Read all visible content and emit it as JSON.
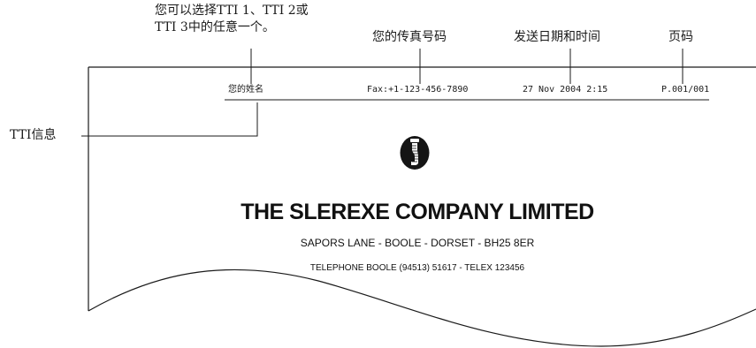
{
  "callouts": {
    "tti_choice": "您可以选择TTI 1、TTI 2或\nTTI 3中的任意一个。",
    "fax_number": "您的传真号码",
    "send_datetime": "发送日期和时间",
    "page_number": "页码",
    "tti_info": "TTI信息"
  },
  "fax_header": {
    "sender_name": "您的姓名",
    "fax_number": "Fax:+1-123-456-7890",
    "datetime": "27 Nov 2004 2:15",
    "page": "P.001/001"
  },
  "letterhead": {
    "company_name": "THE SLEREXE COMPANY LIMITED",
    "address": "SAPORS LANE - BOOLE - DORSET - BH25 8ER",
    "telephone": "TELEPHONE BOOLE (94513) 51617 - TELEX 123456"
  },
  "colors": {
    "ink": "#1a1a1a",
    "logo": "#151515"
  },
  "icons": {
    "logo": "spine-emblem-icon"
  }
}
